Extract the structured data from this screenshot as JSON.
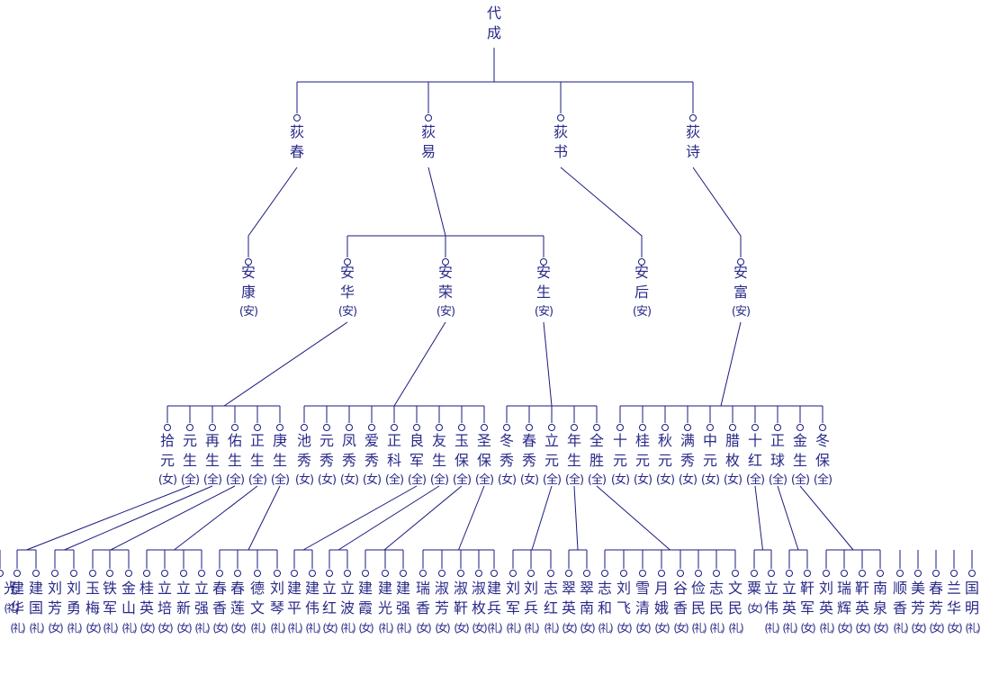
{
  "colors": {
    "line": "#1a1a80",
    "text": "#2a2a8a"
  },
  "tree": {
    "name": "代成",
    "children": [
      {
        "name": "荻春",
        "children": [
          {
            "name": "安康",
            "suffix": "(安)",
            "children": []
          }
        ]
      },
      {
        "name": "荻易",
        "children": [
          {
            "name": "安华",
            "suffix": "(安)",
            "children": [
              {
                "name": "拾元",
                "suffix": "(女)"
              },
              {
                "name": "元生",
                "suffix": "(全)",
                "children": [
                  {
                    "name": "建华",
                    "suffix": "(礼)"
                  },
                  {
                    "name": "建国",
                    "suffix": "(礼)"
                  }
                ]
              },
              {
                "name": "再生",
                "suffix": "(全)",
                "children": [
                  {
                    "name": "刘芳",
                    "suffix": "(女)"
                  },
                  {
                    "name": "刘勇",
                    "suffix": "(礼)"
                  }
                ]
              },
              {
                "name": "佑生",
                "suffix": "(全)",
                "children": [
                  {
                    "name": "玉梅",
                    "suffix": "(女)"
                  },
                  {
                    "name": "铁军",
                    "suffix": "(礼)"
                  },
                  {
                    "name": "金山",
                    "suffix": "(礼)"
                  }
                ]
              },
              {
                "name": "正生",
                "suffix": "(全)",
                "children": [
                  {
                    "name": "桂英",
                    "suffix": "(女)"
                  },
                  {
                    "name": "立培",
                    "suffix": "(女)"
                  },
                  {
                    "name": "立新",
                    "suffix": "(女)"
                  },
                  {
                    "name": "立强",
                    "suffix": "(礼)"
                  }
                ]
              },
              {
                "name": "庚生",
                "suffix": "(全)",
                "children": [
                  {
                    "name": "春香",
                    "suffix": "(女)"
                  },
                  {
                    "name": "春莲",
                    "suffix": "(女)"
                  },
                  {
                    "name": "德文",
                    "suffix": "(礼)"
                  },
                  {
                    "name": "刘琴",
                    "suffix": "(礼)"
                  }
                ]
              }
            ]
          },
          {
            "name": "安荣",
            "suffix": "(安)",
            "children": [
              {
                "name": "池秀",
                "suffix": "(女)"
              },
              {
                "name": "元秀",
                "suffix": "(女)"
              },
              {
                "name": "凤秀",
                "suffix": "(女)"
              },
              {
                "name": "爱秀",
                "suffix": "(女)"
              },
              {
                "name": "正科",
                "suffix": "(全)"
              },
              {
                "name": "良军",
                "suffix": "(全)",
                "children": [
                  {
                    "name": "建平",
                    "suffix": "(礼)"
                  },
                  {
                    "name": "建伟",
                    "suffix": "(礼)"
                  }
                ]
              },
              {
                "name": "友生",
                "suffix": "(全)",
                "children": [
                  {
                    "name": "立红",
                    "suffix": "(女)"
                  },
                  {
                    "name": "立波",
                    "suffix": "(礼)"
                  }
                ]
              },
              {
                "name": "玉保",
                "suffix": "(全)",
                "children": [
                  {
                    "name": "建霞",
                    "suffix": "(女)"
                  },
                  {
                    "name": "建光",
                    "suffix": "(礼)"
                  },
                  {
                    "name": "建强",
                    "suffix": "(礼)"
                  }
                ]
              },
              {
                "name": "圣保",
                "suffix": "(全)",
                "children": [
                  {
                    "name": "瑞香",
                    "suffix": "(女)"
                  },
                  {
                    "name": "淑芳",
                    "suffix": "(女)"
                  },
                  {
                    "name": "淑靬",
                    "suffix": "(女)"
                  },
                  {
                    "name": "淑枚",
                    "suffix": "(女)"
                  },
                  {
                    "name": "建兵",
                    "suffix": "(礼)"
                  }
                ]
              }
            ]
          },
          {
            "name": "安生",
            "suffix": "(安)",
            "children": [
              {
                "name": "冬秀",
                "suffix": "(女)"
              },
              {
                "name": "春秀",
                "suffix": "(女)"
              },
              {
                "name": "立元",
                "suffix": "(全)",
                "children": [
                  {
                    "name": "刘军",
                    "suffix": "(礼)"
                  },
                  {
                    "name": "刘兵",
                    "suffix": "(礼)"
                  },
                  {
                    "name": "志红",
                    "suffix": "(礼)"
                  }
                ]
              },
              {
                "name": "年生",
                "suffix": "(全)",
                "children": [
                  {
                    "name": "翠英",
                    "suffix": "(女)"
                  },
                  {
                    "name": "翠南",
                    "suffix": "(女)"
                  }
                ]
              },
              {
                "name": "全胜",
                "suffix": "(全)",
                "children": [
                  {
                    "name": "志和",
                    "suffix": "(礼)"
                  },
                  {
                    "name": "刘飞",
                    "suffix": "(女)"
                  },
                  {
                    "name": "雪清",
                    "suffix": "(女)"
                  },
                  {
                    "name": "月娥",
                    "suffix": "(女)"
                  },
                  {
                    "name": "谷香",
                    "suffix": "(女)"
                  },
                  {
                    "name": "俭民",
                    "suffix": "(礼)"
                  },
                  {
                    "name": "志民",
                    "suffix": "(礼)"
                  },
                  {
                    "name": "文民",
                    "suffix": "(礼)"
                  }
                ]
              }
            ]
          }
        ]
      },
      {
        "name": "荻书",
        "children": [
          {
            "name": "安后",
            "suffix": "(安)",
            "children": []
          }
        ]
      },
      {
        "name": "荻诗",
        "children": [
          {
            "name": "安富",
            "suffix": "(安)",
            "children": [
              {
                "name": "十元",
                "suffix": "(女)"
              },
              {
                "name": "桂元",
                "suffix": "(女)"
              },
              {
                "name": "秋元",
                "suffix": "(女)"
              },
              {
                "name": "满秀",
                "suffix": "(女)"
              },
              {
                "name": "中元",
                "suffix": "(女)"
              },
              {
                "name": "腊枚",
                "suffix": "(女)"
              },
              {
                "name": "十红",
                "suffix": "(全)",
                "children": [
                  {
                    "name": "粟",
                    "suffix": "(女)"
                  },
                  {
                    "name": "立伟",
                    "suffix": "(礼)"
                  }
                ]
              },
              {
                "name": "正球",
                "suffix": "(全)",
                "children": [
                  {
                    "name": "立英",
                    "suffix": "(礼)"
                  },
                  {
                    "name": "靬军",
                    "suffix": "(女)"
                  }
                ]
              },
              {
                "name": "金生",
                "suffix": "(全)",
                "children": [
                  {
                    "name": "刘英",
                    "suffix": "(礼)"
                  },
                  {
                    "name": "瑞辉",
                    "suffix": "(女)"
                  },
                  {
                    "name": "靬英",
                    "suffix": "(女)"
                  },
                  {
                    "name": "南泉",
                    "suffix": "(女)"
                  }
                ]
              },
              {
                "name": "冬保",
                "suffix": "(全)",
                "children": [
                  {
                    "name": "顺香",
                    "suffix": "(礼)"
                  },
                  {
                    "name": "美芳",
                    "suffix": "(女)"
                  },
                  {
                    "name": "春芳",
                    "suffix": "(女)"
                  },
                  {
                    "name": "兰华",
                    "suffix": "(女)"
                  },
                  {
                    "name": "国明",
                    "suffix": "(礼)"
                  },
                  {
                    "name": "光",
                    "suffix": "(礼)"
                  }
                ]
              }
            ]
          }
        ]
      }
    ]
  }
}
